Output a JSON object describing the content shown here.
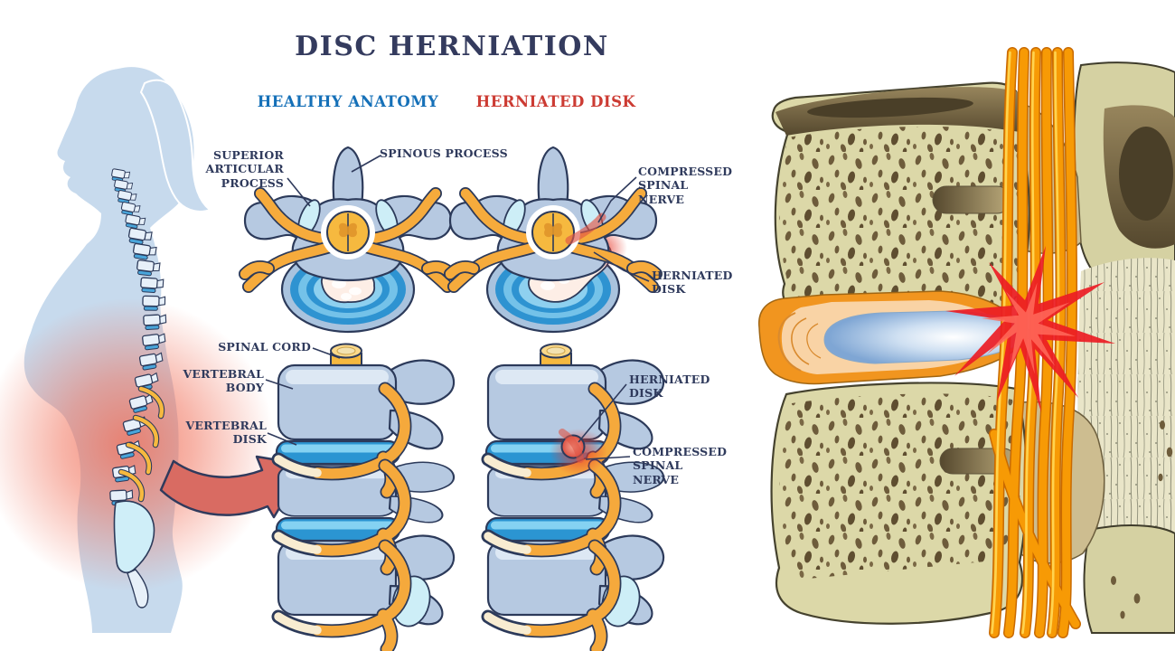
{
  "title": "DISC HERNIATION",
  "sections": {
    "healthy": {
      "header": "HEALTHY ANATOMY",
      "header_color": "#1570b8"
    },
    "herniated": {
      "header": "HERNIATED DISK",
      "header_color": "#cc3b33"
    }
  },
  "annotations": {
    "superior_articular_process": "SUPERIOR ARTICULAR PROCESS",
    "spinous_process": "SPINOUS PROCESS",
    "compressed_spinal_nerve_axial": "COMPRESSED SPINAL NERVE",
    "herniated_disk_axial": "HERNIATED DISK",
    "spinal_cord": "SPINAL CORD",
    "vertebral_body": "VERTEBRAL BODY",
    "vertebral_disk": "VERTEBRAL DISK",
    "herniated_disk_lateral": "HERNIATED DISK",
    "compressed_spinal_nerve_lateral": "COMPRESSED SPINAL NERVE"
  },
  "colors": {
    "title_text": "#343b5e",
    "label_text": "#2f3a5c",
    "healthy_header": "#1570b8",
    "herniated_header": "#cc3b33",
    "silhouette_blue": "#c7daed",
    "pain_glow_red": "#f06a52",
    "arrow_red": "#d96b62",
    "bone_blue": "#b6c9e1",
    "disc_blue": "#2e93d1",
    "nerve_yellow": "#f6ab3c",
    "inflammation_red": "#e05545",
    "closeup_bone_khaki": "#dcd8a8",
    "closeup_pore_brown": "#6e5c3b",
    "annulus_orange": "#f1951f",
    "nucleus_blue": "#7fa6d4",
    "starburst_red": "#ec1c24"
  }
}
